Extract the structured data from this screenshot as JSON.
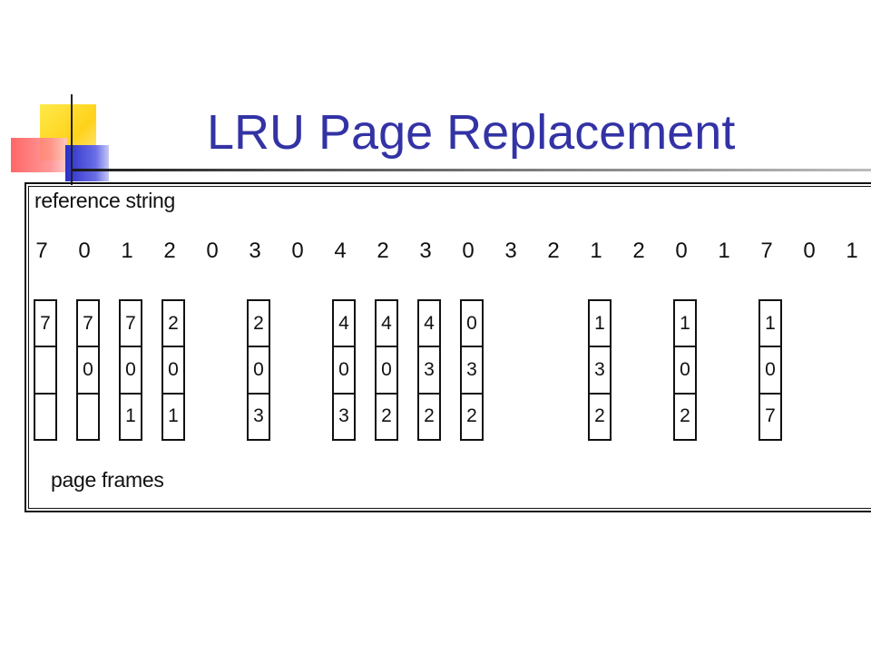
{
  "slide": {
    "title": "LRU Page Replacement"
  },
  "diagram": {
    "reference_label": "reference string",
    "frames_label": "page frames",
    "reference_string": [
      "7",
      "0",
      "1",
      "2",
      "0",
      "3",
      "0",
      "4",
      "2",
      "3",
      "0",
      "3",
      "2",
      "1",
      "2",
      "0",
      "1",
      "7",
      "0",
      "1"
    ],
    "frames": [
      {
        "ref_index": 0,
        "cells": [
          "7",
          "",
          ""
        ]
      },
      {
        "ref_index": 1,
        "cells": [
          "7",
          "0",
          ""
        ]
      },
      {
        "ref_index": 2,
        "cells": [
          "7",
          "0",
          "1"
        ]
      },
      {
        "ref_index": 3,
        "cells": [
          "2",
          "0",
          "1"
        ]
      },
      {
        "ref_index": 5,
        "cells": [
          "2",
          "0",
          "3"
        ]
      },
      {
        "ref_index": 7,
        "cells": [
          "4",
          "0",
          "3"
        ]
      },
      {
        "ref_index": 8,
        "cells": [
          "4",
          "0",
          "2"
        ]
      },
      {
        "ref_index": 9,
        "cells": [
          "4",
          "3",
          "2"
        ]
      },
      {
        "ref_index": 10,
        "cells": [
          "0",
          "3",
          "2"
        ]
      },
      {
        "ref_index": 13,
        "cells": [
          "1",
          "3",
          "2"
        ]
      },
      {
        "ref_index": 15,
        "cells": [
          "1",
          "0",
          "2"
        ]
      },
      {
        "ref_index": 17,
        "cells": [
          "1",
          "0",
          "7"
        ]
      }
    ]
  }
}
